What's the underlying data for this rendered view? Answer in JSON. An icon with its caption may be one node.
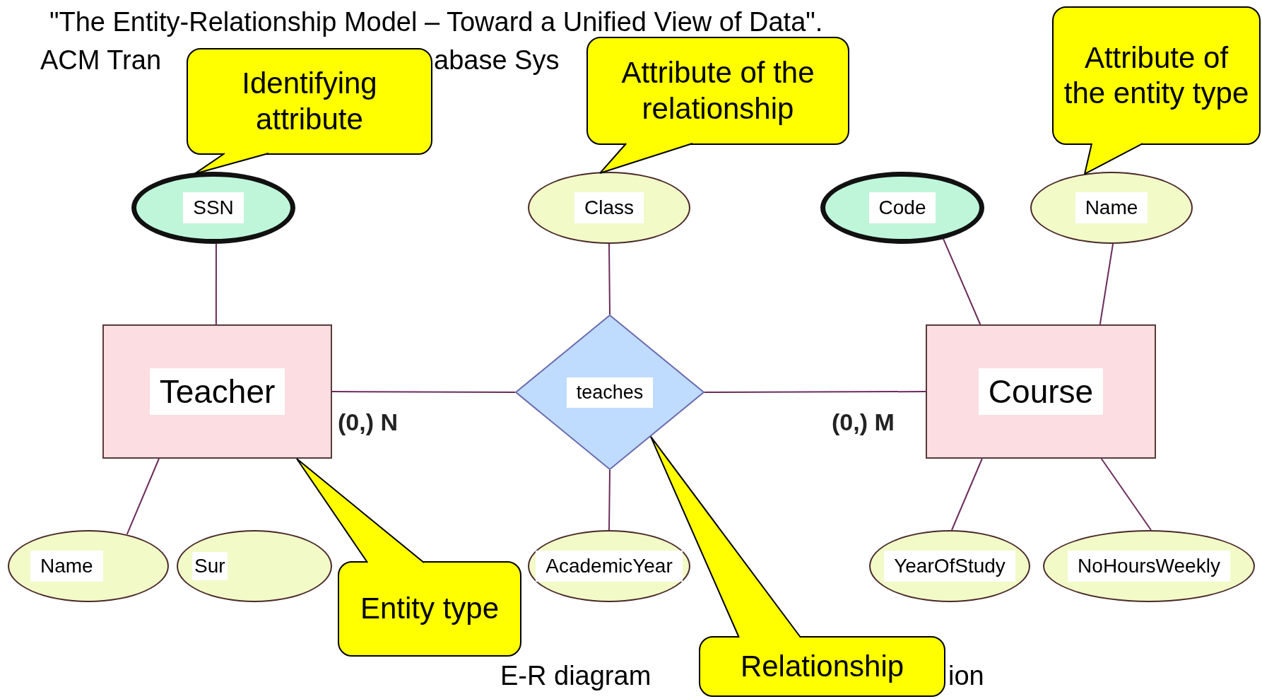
{
  "diagram": {
    "nodes": [
      {
        "text": [
          "Identifying attribute"
        ]
      },
      {
        "text": [
          "Attribute of the relationship"
        ]
      },
      {
        "text": [
          "Attribute of the entity type"
        ]
      },
      {
        "text": [
          "SSN"
        ]
      },
      {
        "text": [
          "Class"
        ]
      },
      {
        "text": [
          "Code"
        ]
      },
      {
        "text": [
          "Name"
        ]
      },
      {
        "text": [
          "Teacher"
        ]
      },
      {
        "text": [
          "teaches"
        ]
      },
      {
        "text": [
          "Course"
        ]
      },
      {
        "text": [
          "Name"
        ]
      },
      {
        "text": [
          "Sur"
        ]
      },
      {
        "text": [
          "AcademicYear"
        ]
      },
      {
        "text": [
          "YearOfStudy"
        ]
      },
      {
        "text": [
          "NoHoursWeekly"
        ]
      },
      {
        "text": [
          "Entity type"
        ]
      },
      {
        "text": [
          "Relationship"
        ]
      }
    ],
    "edges": [
      {
        "from": 3,
        "to": 7,
        "arrow": "none"
      },
      {
        "from": 4,
        "to": 8,
        "arrow": "none"
      },
      {
        "from": 5,
        "to": 9,
        "arrow": "none"
      },
      {
        "from": 6,
        "to": 9,
        "arrow": "none"
      },
      {
        "from": 7,
        "to": 8,
        "arrow": "none"
      },
      {
        "from": 8,
        "to": 9,
        "arrow": "none"
      },
      {
        "from": 10,
        "to": 7,
        "arrow": "none"
      },
      {
        "from": 8,
        "to": 12,
        "arrow": "none"
      },
      {
        "from": 9,
        "to": 13,
        "arrow": "none"
      },
      {
        "from": 9,
        "to": 14,
        "arrow": "none"
      },
      {
        "from": 0,
        "to": 3,
        "arrow": "none",
        "color": "#000000"
      },
      {
        "from": 1,
        "to": 4,
        "arrow": "none",
        "color": "#000000"
      },
      {
        "from": 2,
        "to": 6,
        "arrow": "none",
        "color": "#000000"
      },
      {
        "from": 15,
        "to": 7,
        "arrow": "none",
        "color": "#000000"
      },
      {
        "from": 16,
        "to": 8,
        "arrow": "none",
        "color": "#000000"
      }
    ],
    "labels": [
      "\"The Entity-Relationship Model – Toward a Unified View of Data\".",
      "ACM Tran",
      "abase Sys",
      "(0,) N",
      "(0,) M",
      "E-R diagram",
      "ion"
    ]
  }
}
